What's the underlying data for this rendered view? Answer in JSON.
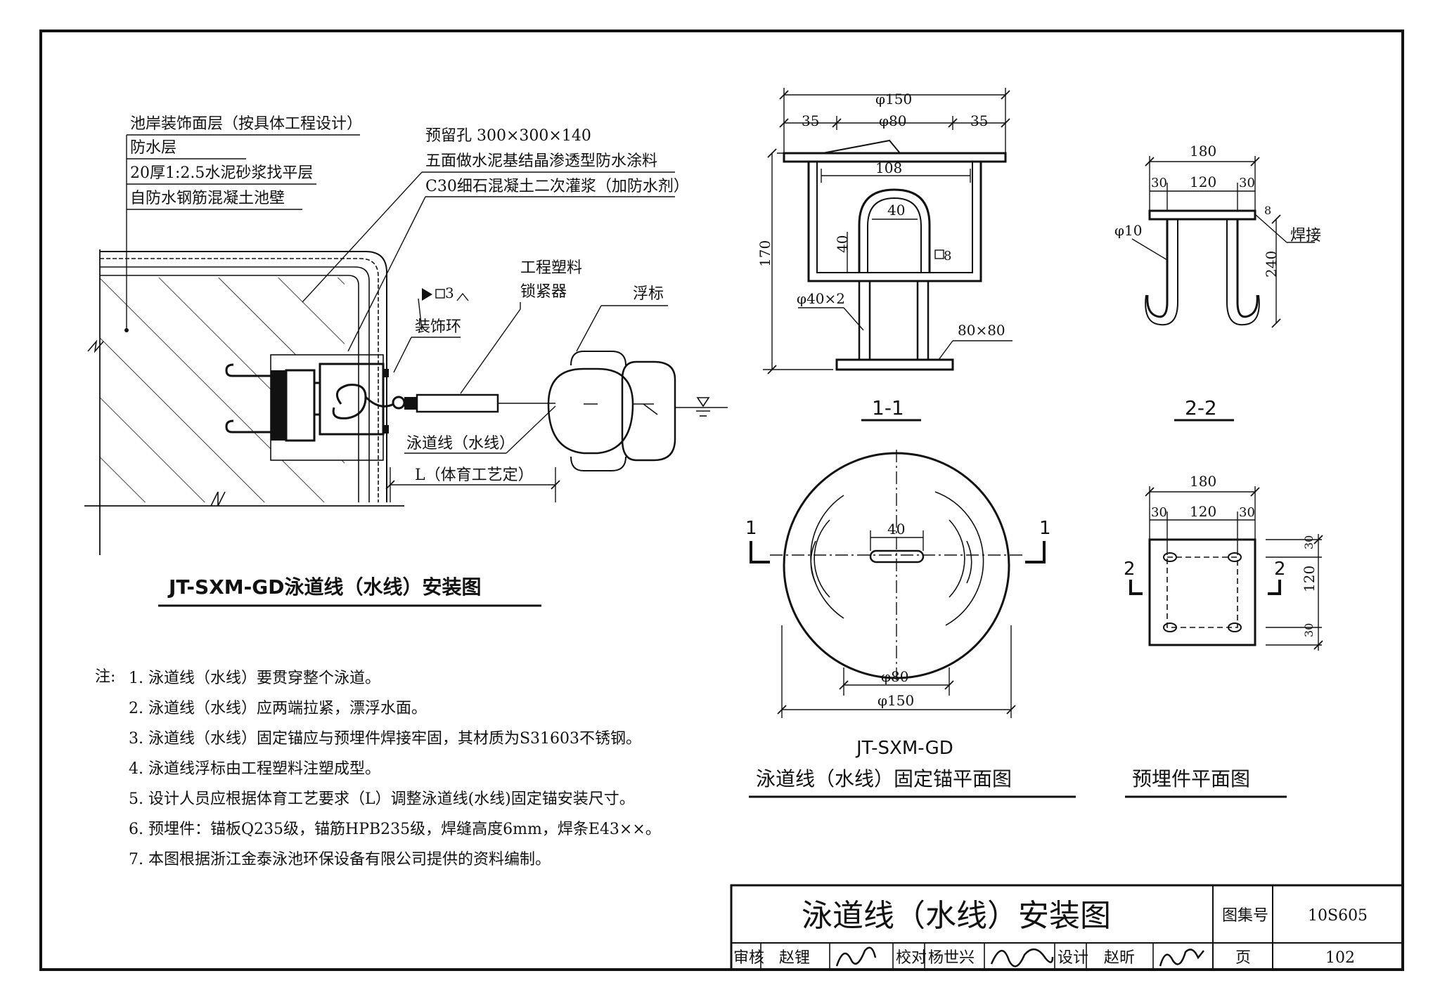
{
  "install": {
    "layers": [
      "池岸装饰面层（按具体工程设计）",
      "防水层",
      "20厚1:2.5水泥砂浆找平层",
      "自防水钢筋混凝土池壁"
    ],
    "hole_label": "预留孔  300×300×140",
    "coat_label": "五面做水泥基结晶渗透型防水涂料",
    "grout_label": "C30细石混凝土二次灌浆（加防水剂）",
    "weld_symbol": "3",
    "ring_label": "装饰环",
    "tensioner_label": [
      "工程塑料",
      "锁紧器"
    ],
    "float_label": "浮标",
    "line_label": "泳道线（水线）",
    "length_label": "L（体育工艺定）",
    "title": "JT-SXM-GD泳道线（水线）安装图"
  },
  "section11": {
    "d150": "φ150",
    "d80": "φ80",
    "dim35a": "35",
    "dim35b": "35",
    "dim108": "108",
    "dim40w": "40",
    "dim40h": "40",
    "h170": "170",
    "sq8": "8",
    "pipe": "φ40×2",
    "plate": "80×80",
    "label": "1-1"
  },
  "section22": {
    "w180": "180",
    "d30a": "30",
    "d120": "120",
    "d30b": "30",
    "rod": "φ10",
    "t8": "8",
    "weld": "焊接",
    "h240": "240",
    "label": "2-2"
  },
  "anchor_plan": {
    "cut_left": "1",
    "cut_right": "1",
    "slot": "40",
    "d80": "φ80",
    "d150": "φ150",
    "model": "JT-SXM-GD",
    "title": "泳道线（水线）固定锚平面图"
  },
  "embed_plan": {
    "w180": "180",
    "d30a": "30",
    "d120": "120",
    "d30b": "30",
    "cut_left": "2",
    "cut_right": "2",
    "v30a": "30",
    "v120": "120",
    "v30b": "30",
    "title": "预埋件平面图"
  },
  "notes": {
    "prefix": "注:",
    "items": [
      "1. 泳道线（水线）要贯穿整个泳道。",
      "2. 泳道线（水线）应两端拉紧，漂浮水面。",
      "3. 泳道线（水线）固定锚应与预埋件焊接牢固，其材质为S31603不锈钢。",
      "4. 泳道线浮标由工程塑料注塑成型。",
      "5. 设计人员应根据体育工艺要求（L）调整泳道线(水线)固定锚安装尺寸。",
      "6. 预埋件：锚板Q235级，锚筋HPB235级，焊缝高度6mm，焊条E43××。",
      "7. 本图根据浙江金泰泳池环保设备有限公司提供的资料编制。"
    ]
  },
  "title_block": {
    "title": "泳道线（水线）安装图",
    "atlas_label": "图集号",
    "atlas_no": "10S605",
    "review_label": "审核",
    "reviewer": "赵锂",
    "check_label": "校对",
    "checker": "杨世兴",
    "design_label": "设计",
    "designer": "赵昕",
    "page_label": "页",
    "page_no": "102"
  }
}
